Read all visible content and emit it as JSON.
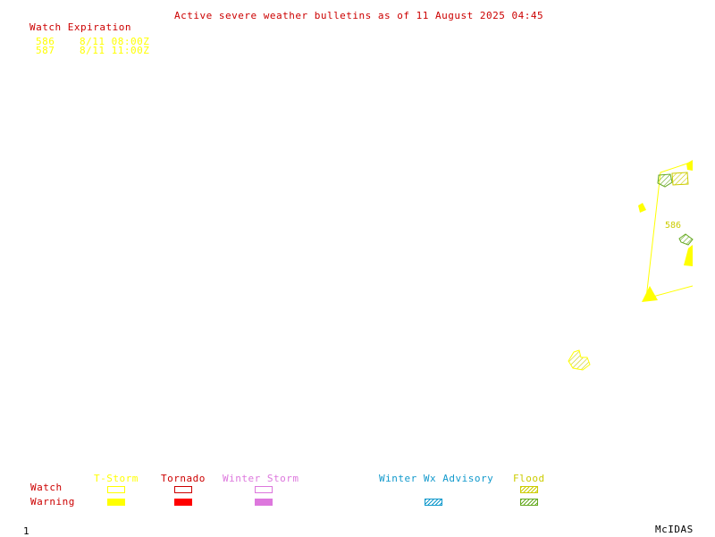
{
  "header": {
    "title": "Active severe weather bulletins as of 11 August 2025 04:45"
  },
  "watch_expiration": {
    "heading": "Watch Expiration",
    "rows": [
      {
        "id": "586",
        "time": "8/11 08:00Z"
      },
      {
        "id": "587",
        "time": "8/11 11:00Z"
      }
    ]
  },
  "map": {
    "labels": [
      "586"
    ]
  },
  "legend": {
    "row_labels": {
      "watch": "Watch",
      "warning": "Warning"
    },
    "columns": [
      {
        "label": "T-Storm",
        "color": "#ffff00",
        "watch_style": "outline",
        "warning_style": "solid"
      },
      {
        "label": "Tornado",
        "color": "#ff0000",
        "watch_style": "outline",
        "warning_style": "solid"
      },
      {
        "label": "Winter Storm",
        "color": "#dd77dd",
        "watch_style": "outline",
        "warning_style": "solid"
      },
      {
        "label": "Winter Wx Advisory",
        "color": "#1199cc",
        "watch_style": "none",
        "warning_style": "hatched"
      },
      {
        "label": "Flood",
        "color": "#cccc00",
        "warning_color": "#66aa22",
        "watch_style": "hatched",
        "warning_style": "hatched"
      }
    ]
  },
  "footer": {
    "frame_number": "1",
    "brand": "McIDAS"
  },
  "colors": {
    "title": "#cc0000",
    "watch_text": "#ffff00",
    "polygon": "#ffff00",
    "flood_hatch": "#66aa22"
  }
}
